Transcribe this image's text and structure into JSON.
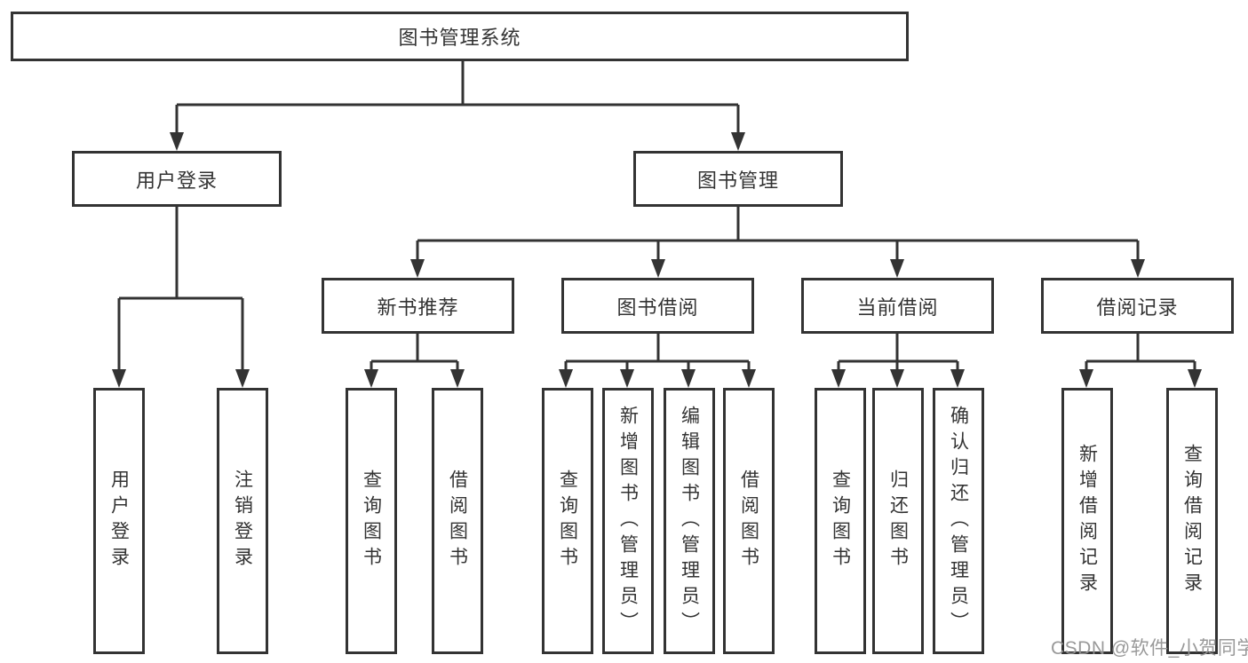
{
  "diagram": {
    "root": {
      "label": "图书管理系统"
    },
    "level2": {
      "user_login": {
        "label": "用户登录"
      },
      "book_mgmt": {
        "label": "图书管理"
      }
    },
    "level3": {
      "new_book": {
        "label": "新书推荐"
      },
      "book_borrow": {
        "label": "图书借阅"
      },
      "current_borrow": {
        "label": "当前借阅"
      },
      "borrow_record": {
        "label": "借阅记录"
      }
    },
    "leaves": {
      "user_login": [
        "用户登录",
        "注销登录"
      ],
      "new_book": [
        "查询图书",
        "借阅图书"
      ],
      "book_borrow": [
        "查询图书",
        "新增图书（管理员）",
        "编辑图书（管理员）",
        "借阅图书"
      ],
      "current_borrow": [
        "查询图书",
        "归还图书",
        "确认归还（管理员）"
      ],
      "borrow_record": [
        "新增借阅记录",
        "查询借阅记录"
      ]
    }
  },
  "watermark": {
    "text": "CSDN @软件_小贺同学"
  },
  "colors": {
    "line": "#333333",
    "box_border": "#333333",
    "text": "#333333",
    "background": "#ffffff",
    "watermark": "#949494"
  }
}
